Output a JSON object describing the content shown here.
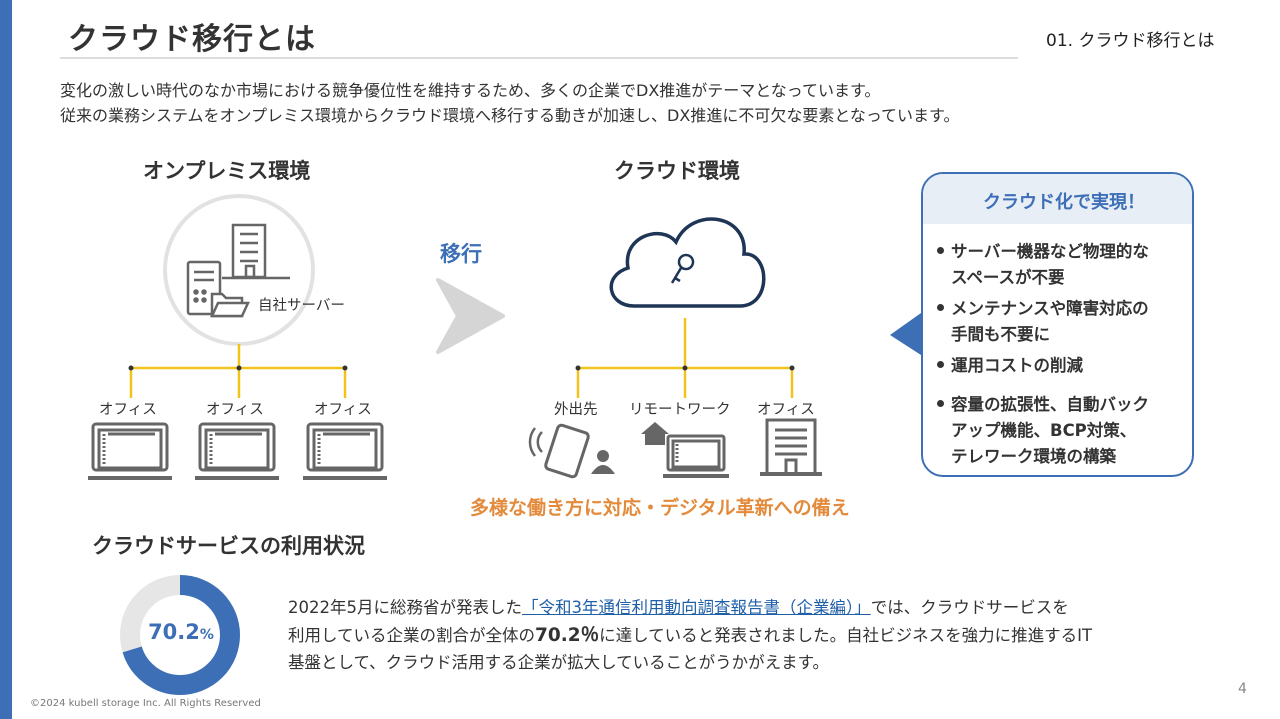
{
  "header": {
    "title": "クラウド移行とは",
    "section_label": "01. クラウド移行とは"
  },
  "intro": {
    "line1": "変化の激しい時代のなか市場における競争優位性を維持するため、多くの企業でDX推進がテーマとなっています。",
    "line2": "従来の業務システムをオンプレミス環境からクラウド環境へ移行する動きが加速し、DX推進に不可欠な要素となっています。"
  },
  "onprem": {
    "title": "オンプレミス環境",
    "server_label": "自社サーバー",
    "offices": [
      "オフィス",
      "オフィス",
      "オフィス"
    ]
  },
  "migration_label": "移行",
  "cloud": {
    "title": "クラウド環境",
    "nodes": [
      "外出先",
      "リモートワーク",
      "オフィス"
    ]
  },
  "workstyle_caption": "多様な働き方に対応・デジタル革新への備え",
  "callout": {
    "title": "クラウド化で実現！",
    "items": [
      [
        "サーバー機器など物理的な",
        "スペースが不要"
      ],
      [
        "メンテナンスや障害対応の",
        "手間も不要に"
      ],
      [
        "運用コストの削減"
      ],
      [
        "容量の拡張性、自動バック",
        "アップ機能、BCP対策、",
        "テレワーク環境の構築"
      ]
    ]
  },
  "usage": {
    "title": "クラウドサービスの利用状況",
    "donut_value": "70.2",
    "donut_unit": "%",
    "donut_fraction": 0.702,
    "colors": {
      "filled": "#3d6fb6",
      "track": "#e6e6e6"
    },
    "para_before_link": "2022年5月に総務省が発表した",
    "link_text": "「令和3年通信利用動向調査報告書（企業編）」",
    "para_after_link": "では、クラウドサービスを",
    "line2_before": "利用している企業の割合が全体の",
    "line2_highlight": "70.2％",
    "line2_after": "に達していると発表されました。自社ビジネスを強力に推進するIT",
    "line3": "基盤として、クラウド活用する企業が拡大していることがうかがえます。"
  },
  "footer": {
    "copyright": "©2024 kubell storage Inc. All Rights Reserved",
    "page_number": "4"
  }
}
